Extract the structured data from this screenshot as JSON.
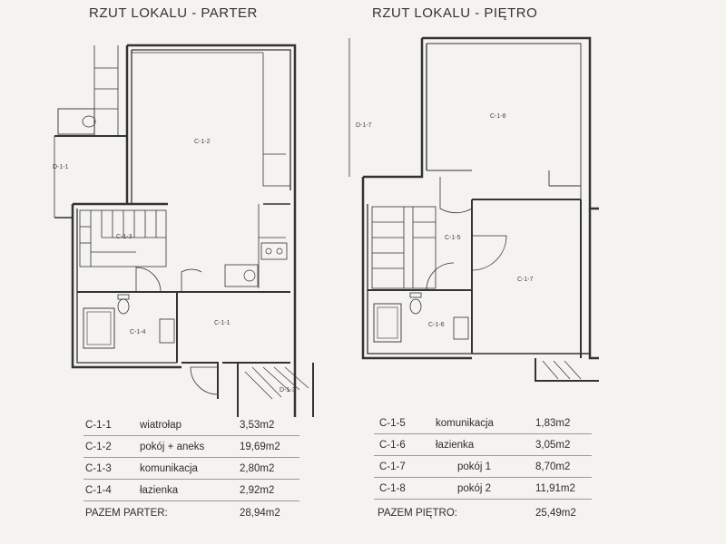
{
  "titles": {
    "ground": "RZUT LOKALU - PARTER",
    "upper": "RZUT LOKALU - PIĘTRO"
  },
  "plan_labels": {
    "c12": "C-1-2",
    "c13": "C-1-3",
    "c14": "C-1-4",
    "c11": "C-1-1",
    "d11": "D-1-1",
    "d13": "D-1-3",
    "d17": "D-1-7",
    "c18": "C-1-8",
    "c15": "C-1-5",
    "c16": "C-1-6",
    "c17": "C-1-7"
  },
  "ground_table": {
    "rows": [
      {
        "code": "C-1-1",
        "name": "wiatrołap",
        "area": "3,53m2"
      },
      {
        "code": "C-1-2",
        "name": "pokój + aneks",
        "area": "19,69m2"
      },
      {
        "code": "C-1-3",
        "name": "komunikacja",
        "area": "2,80m2"
      },
      {
        "code": "C-1-4",
        "name": "łazienka",
        "area": "2,92m2"
      }
    ],
    "total_label": "PAZEM PARTER:",
    "total_area": "28,94m2"
  },
  "upper_table": {
    "rows": [
      {
        "code": "C-1-5",
        "name": "komunikacja",
        "area": "1,83m2"
      },
      {
        "code": "C-1-6",
        "name": "łazienka",
        "area": "3,05m2"
      },
      {
        "code": "C-1-7",
        "name": "pokój 1",
        "area": "8,70m2"
      },
      {
        "code": "C-1-8",
        "name": "pokój 2",
        "area": "11,91m2"
      }
    ],
    "total_label": "PAZEM PIĘTRO:",
    "total_area": "25,49m2"
  }
}
